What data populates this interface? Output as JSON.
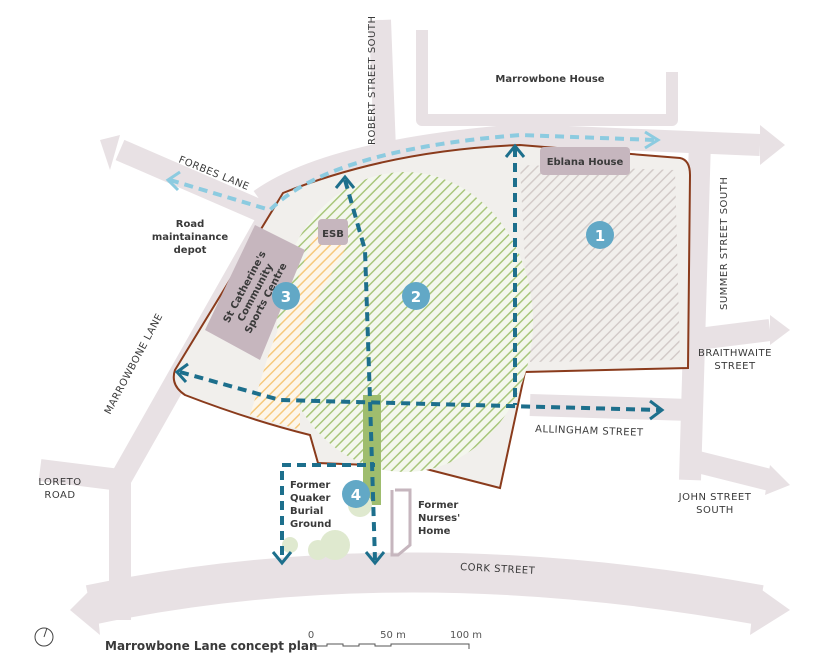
{
  "title": "Marrowbone Lane concept plan",
  "scale_bar": {
    "ticks": [
      "0",
      "50 m",
      "100 m"
    ]
  },
  "streets": {
    "robert": "ROBERT STREET SOUTH",
    "forbes": "FORBES LANE",
    "summer": "SUMMER STREET SOUTH",
    "braithwaite": [
      "BRAITHWAITE",
      "STREET"
    ],
    "allingham": "ALLINGHAM STREET",
    "john": [
      "JOHN STREET",
      "SOUTH"
    ],
    "cork": "CORK STREET",
    "marrowbone": "MARROWBONE LANE",
    "loreto": [
      "LORETO",
      "ROAD"
    ]
  },
  "buildings": {
    "marrowbone_house": "Marrowbone House",
    "eblana_house": "Eblana House",
    "esb": "ESB",
    "sports_centre": [
      "St Catherine's",
      "Community",
      "Sports Centre"
    ],
    "depot": [
      "Road",
      "maintainance",
      "depot"
    ],
    "quaker": [
      "Former",
      "Quaker",
      "Burial",
      "Ground"
    ],
    "nurses": [
      "Former",
      "Nurses'",
      "Home"
    ]
  },
  "zones": [
    "1",
    "2",
    "3",
    "4"
  ],
  "colors": {
    "road": "#e8e1e4",
    "site": "#f1efec",
    "boundary": "#8a3b1c",
    "building": "#c6b6be",
    "marker": "#62a8c6",
    "route": "#1d6f8c",
    "route_light": "#8ccbe0",
    "green": "#a9c67c",
    "orange": "#f6c97c"
  }
}
